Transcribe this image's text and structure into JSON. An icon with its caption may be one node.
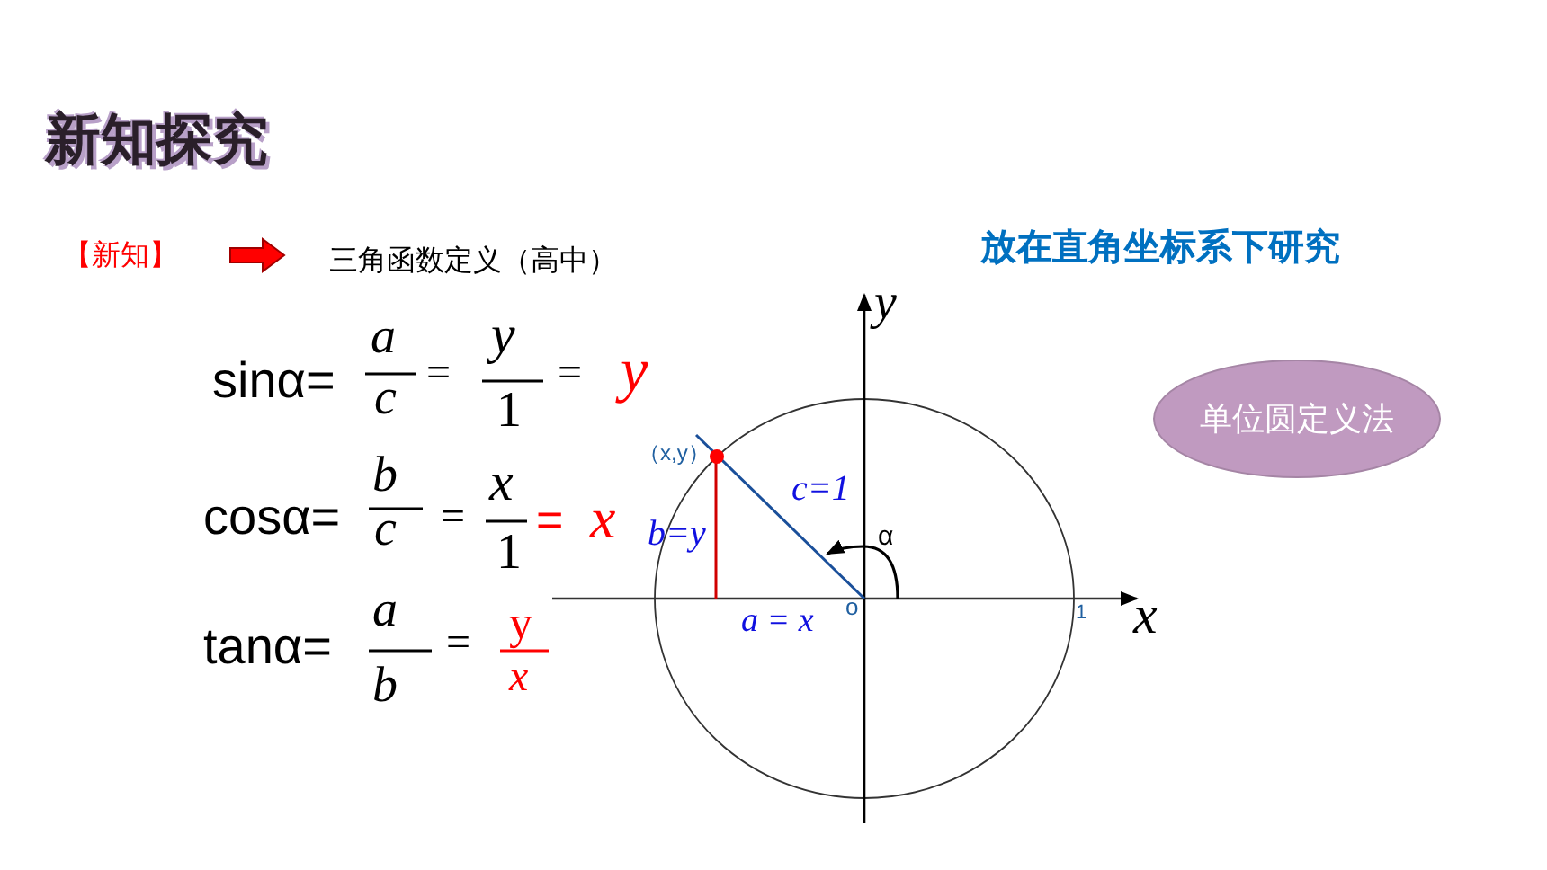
{
  "diagram": {
    "title": "新知探究",
    "nodes": [
      {
        "text": [
          "【新知】"
        ]
      },
      {
        "text": [
          "三角函数定义（高中）"
        ]
      },
      {
        "text": [
          "单位圆定义法"
        ]
      }
    ],
    "edges": [
      {
        "from": 0,
        "to": 1,
        "arrow": "to"
      }
    ],
    "labels": [
      "放在直角坐标系下研究",
      "sinα=",
      "a",
      "c",
      "=",
      "y",
      "1",
      "=",
      "y",
      "cosα=",
      "b",
      "c",
      "=",
      "x",
      "1",
      "=",
      "x",
      "tanα=",
      "a",
      "b",
      "=",
      "y",
      "x",
      "y",
      "（x,y）",
      "c=1",
      "b=y",
      "α",
      "a = x",
      "o",
      "1",
      "x"
    ]
  }
}
